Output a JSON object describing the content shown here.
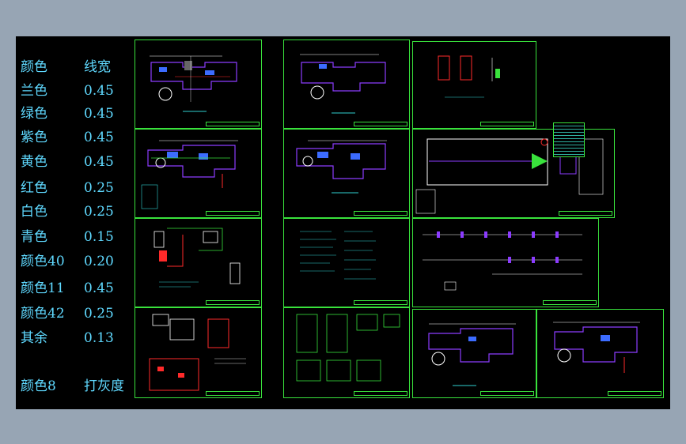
{
  "legend": {
    "header": {
      "color": "颜色",
      "width": "线宽"
    },
    "rows": [
      {
        "color": "兰色",
        "width": "0.45"
      },
      {
        "color": "绿色",
        "width": "0.45"
      },
      {
        "color": "紫色",
        "width": "0.45"
      },
      {
        "color": "黄色",
        "width": "0.45"
      },
      {
        "color": "红色",
        "width": "0.25"
      },
      {
        "color": "白色",
        "width": "0.25"
      },
      {
        "color": "青色",
        "width": "0.15"
      },
      {
        "color": "颜色40",
        "width": "0.20"
      },
      {
        "color": "颜色11",
        "width": "0.45"
      },
      {
        "color": "颜色42",
        "width": "0.25"
      },
      {
        "color": "其余",
        "width": "0.13"
      }
    ],
    "footer": {
      "color": "颜色8",
      "width": "打灰度"
    }
  },
  "colors": {
    "background": "#97a5b4",
    "model_space": "#000000",
    "frame": "#39e23c",
    "text": "#5fd9ff",
    "purple": "#8c3cff",
    "red": "#ff2a2a",
    "white": "#ffffff",
    "blue": "#3c6cff",
    "cyan": "#2fd0d0"
  }
}
